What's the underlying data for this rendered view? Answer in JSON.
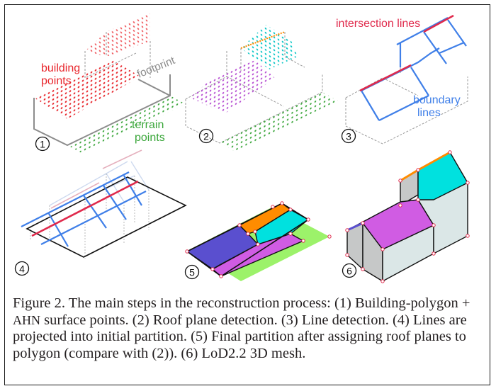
{
  "labels": {
    "building_points": [
      "building",
      "points"
    ],
    "footprint": "footprint",
    "terrain_points": [
      "terrain",
      "points"
    ],
    "intersection_lines": "intersection lines",
    "boundary_lines": [
      "boundary",
      "lines"
    ]
  },
  "step_numbers": [
    "1",
    "2",
    "3",
    "4",
    "5",
    "6"
  ],
  "caption": {
    "part1": "Figure 2. The main steps in the reconstruction process: (1) Building-polygon + ",
    "ahn": "AHN",
    "part2": " surface points. (2) Roof plane detection. (3) Line detection. (4) Lines are projected into initial partition. (5) Final partition after assigning roof planes to polygon (compare with (2)). (6) LoD2.2 3D mesh."
  },
  "colors": {
    "building_points": "#e8262c",
    "terrain_points": "#3aa63a",
    "footprint": "#8c8c8c",
    "intersection": "#e0294b",
    "boundary": "#3f7fe8",
    "roof_purple": "#d05ce3",
    "roof_cyan": "#00e1df",
    "roof_orange": "#ff8c00",
    "roof_blue": "#5a4fcf",
    "ground_green": "#9cf26a",
    "wall_gray": "#c6c8c8",
    "wall_light": "#dbe7e7"
  }
}
